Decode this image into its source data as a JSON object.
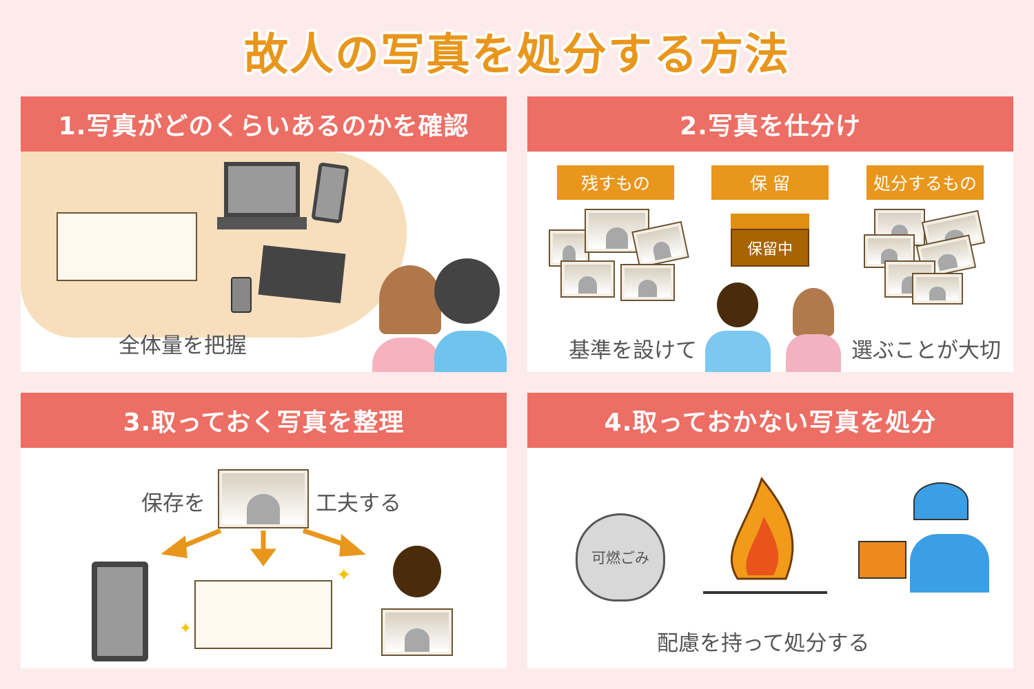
{
  "title": "故人の写真を処分する方法",
  "panels": [
    {
      "heading": "1.写真がどのくらいあるのかを確認",
      "caption": "全体量を把握"
    },
    {
      "heading": "2.写真を仕分け",
      "labels": [
        "残すもの",
        "保 留",
        "処分するもの"
      ],
      "box_label": "保留中",
      "caption_left": "基準を設けて",
      "caption_right": "選ぶことが大切"
    },
    {
      "heading": "3.取っておく写真を整理",
      "caption_left": "保存を",
      "caption_right": "工夫する"
    },
    {
      "heading": "4.取っておかない写真を処分",
      "bag_label": "可燃ごみ",
      "caption": "配慮を持って処分する"
    }
  ],
  "colors": {
    "background": "#fdebeb",
    "header": "#ec6e64",
    "accent": "#e8961c",
    "box": "#a86400"
  }
}
